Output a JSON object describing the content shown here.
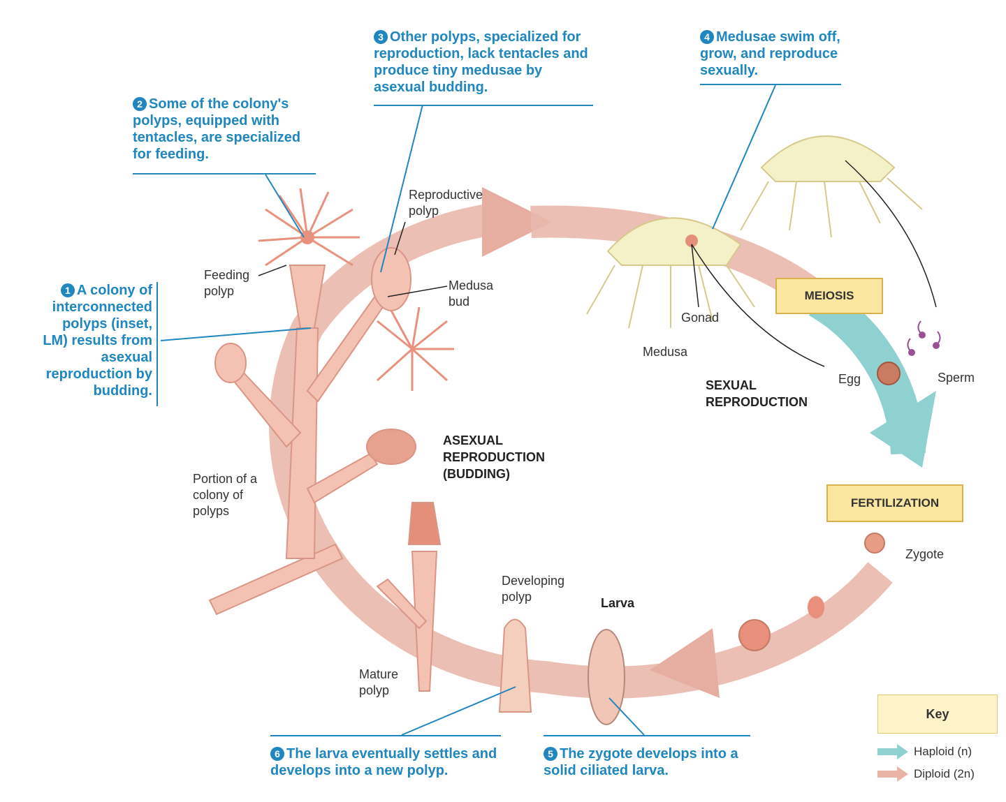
{
  "steps": {
    "s1": {
      "num": "1",
      "text": "A colony of interconnected polyps (inset, LM) results from asexual reproduction by budding."
    },
    "s2": {
      "num": "2",
      "text": "Some of the colony's polyps, equipped with tentacles, are specialized for feeding."
    },
    "s3": {
      "num": "3",
      "text": "Other polyps, specialized for reproduction, lack tentacles and produce tiny medusae by asexual budding."
    },
    "s4": {
      "num": "4",
      "text": "Medusae swim off, grow, and reproduce sexually."
    },
    "s5": {
      "num": "5",
      "text": "The zygote develops into a solid ciliated larva."
    },
    "s6": {
      "num": "6",
      "text": "The larva eventually settles and develops into a new polyp."
    }
  },
  "labels": {
    "feeding_polyp": "Feeding polyp",
    "reproductive_polyp": "Reproductive polyp",
    "medusa_bud": "Medusa bud",
    "gonad": "Gonad",
    "medusa": "Medusa",
    "egg": "Egg",
    "sperm": "Sperm",
    "zygote": "Zygote",
    "portion_colony": "Portion of a colony of polyps",
    "mature_polyp": "Mature polyp",
    "developing_polyp": "Developing polyp",
    "larva": "Larva"
  },
  "stages": {
    "asexual": "ASEXUAL REPRODUCTION (BUDDING)",
    "sexual": "SEXUAL REPRODUCTION",
    "meiosis": "MEIOSIS",
    "fertilization": "FERTILIZATION"
  },
  "key": {
    "title": "Key",
    "haploid": "Haploid (n)",
    "diploid": "Diploid (2n)",
    "haploid_color": "#8fd0d0",
    "diploid_color": "#e9b3a6"
  }
}
